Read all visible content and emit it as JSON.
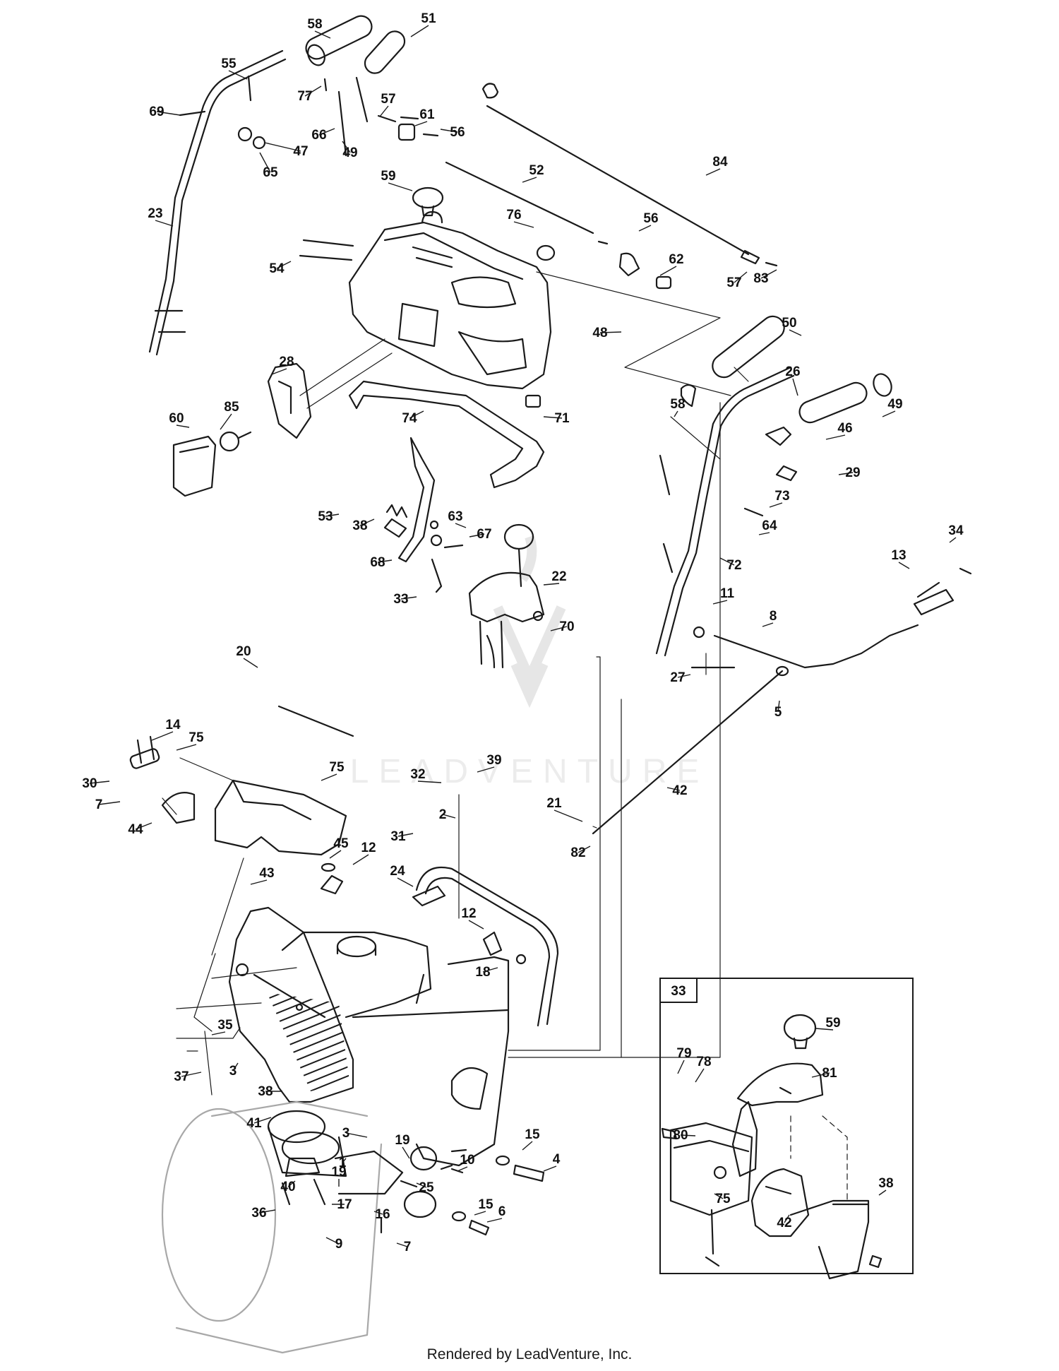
{
  "footer": "Rendered by LeadVenture, Inc.",
  "watermark": "LEADVENTURE",
  "inset": {
    "label": "33"
  },
  "callouts": [
    "58",
    "51",
    "55",
    "77",
    "69",
    "57",
    "61",
    "66",
    "56",
    "47",
    "49",
    "65",
    "84",
    "52",
    "59",
    "23",
    "76",
    "56",
    "62",
    "57",
    "54",
    "83",
    "48",
    "50",
    "26",
    "58",
    "49",
    "46",
    "29",
    "28",
    "74",
    "71",
    "85",
    "60",
    "73",
    "64",
    "53",
    "38",
    "63",
    "67",
    "68",
    "72",
    "22",
    "33",
    "70",
    "34",
    "13",
    "11",
    "8",
    "20",
    "27",
    "5",
    "14",
    "75",
    "75",
    "39",
    "32",
    "30",
    "7",
    "44",
    "42",
    "21",
    "2",
    "31",
    "45",
    "12",
    "82",
    "24",
    "43",
    "12",
    "18",
    "35",
    "37",
    "3",
    "38",
    "41",
    "19",
    "3",
    "15",
    "4",
    "10",
    "1",
    "25",
    "19",
    "40",
    "15",
    "17",
    "36",
    "16",
    "6",
    "9",
    "7",
    "59",
    "79",
    "78",
    "81",
    "80",
    "75",
    "42",
    "38"
  ],
  "colors": {
    "line": "#1a1a1a",
    "faint": "#a8a8a8",
    "watermark": "#e6e6e6"
  }
}
